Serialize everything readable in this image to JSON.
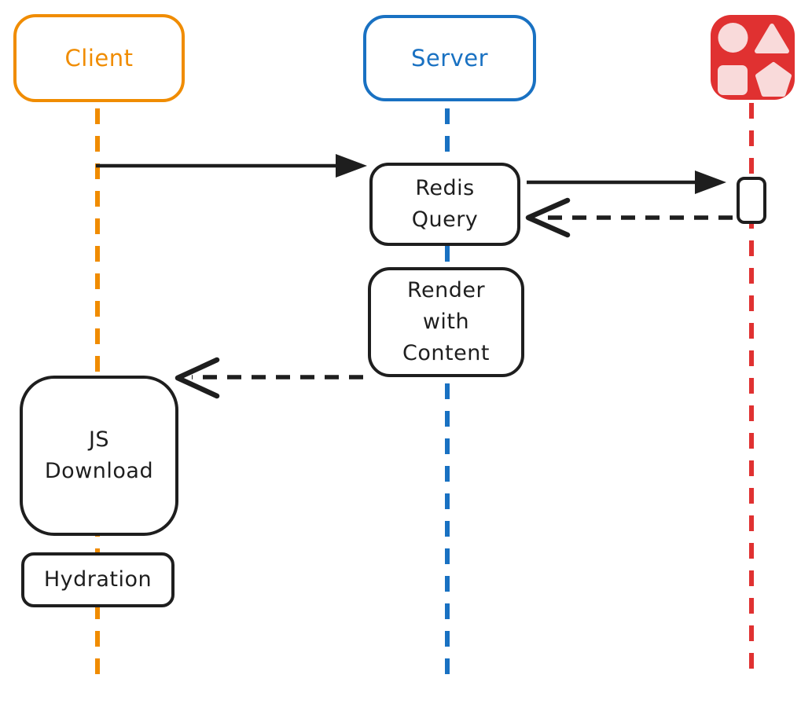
{
  "actors": {
    "client": {
      "label": "Client",
      "color": "#f08c00"
    },
    "server": {
      "label": "Server",
      "color": "#1971c2"
    },
    "database": {
      "icon": "shapes-icon",
      "color": "#e03131",
      "shape_fill": "#f9dada"
    }
  },
  "steps": {
    "redis_query": {
      "line1": "Redis",
      "line2": "Query"
    },
    "render_with_content": {
      "line1": "Render",
      "line2": "with",
      "line3": "Content"
    },
    "js_download": {
      "line1": "JS",
      "line2": "Download"
    },
    "hydration": {
      "label": "Hydration"
    }
  },
  "connections": {
    "client_to_redis_query": {
      "style": "solid",
      "direction": "right"
    },
    "redis_query_to_database": {
      "style": "solid",
      "direction": "right"
    },
    "database_to_redis_query": {
      "style": "dashed",
      "direction": "left"
    },
    "render_to_js_download": {
      "style": "dashed",
      "direction": "left"
    }
  },
  "colors": {
    "stroke": "#1e1e1e",
    "background": "#ffffff"
  }
}
